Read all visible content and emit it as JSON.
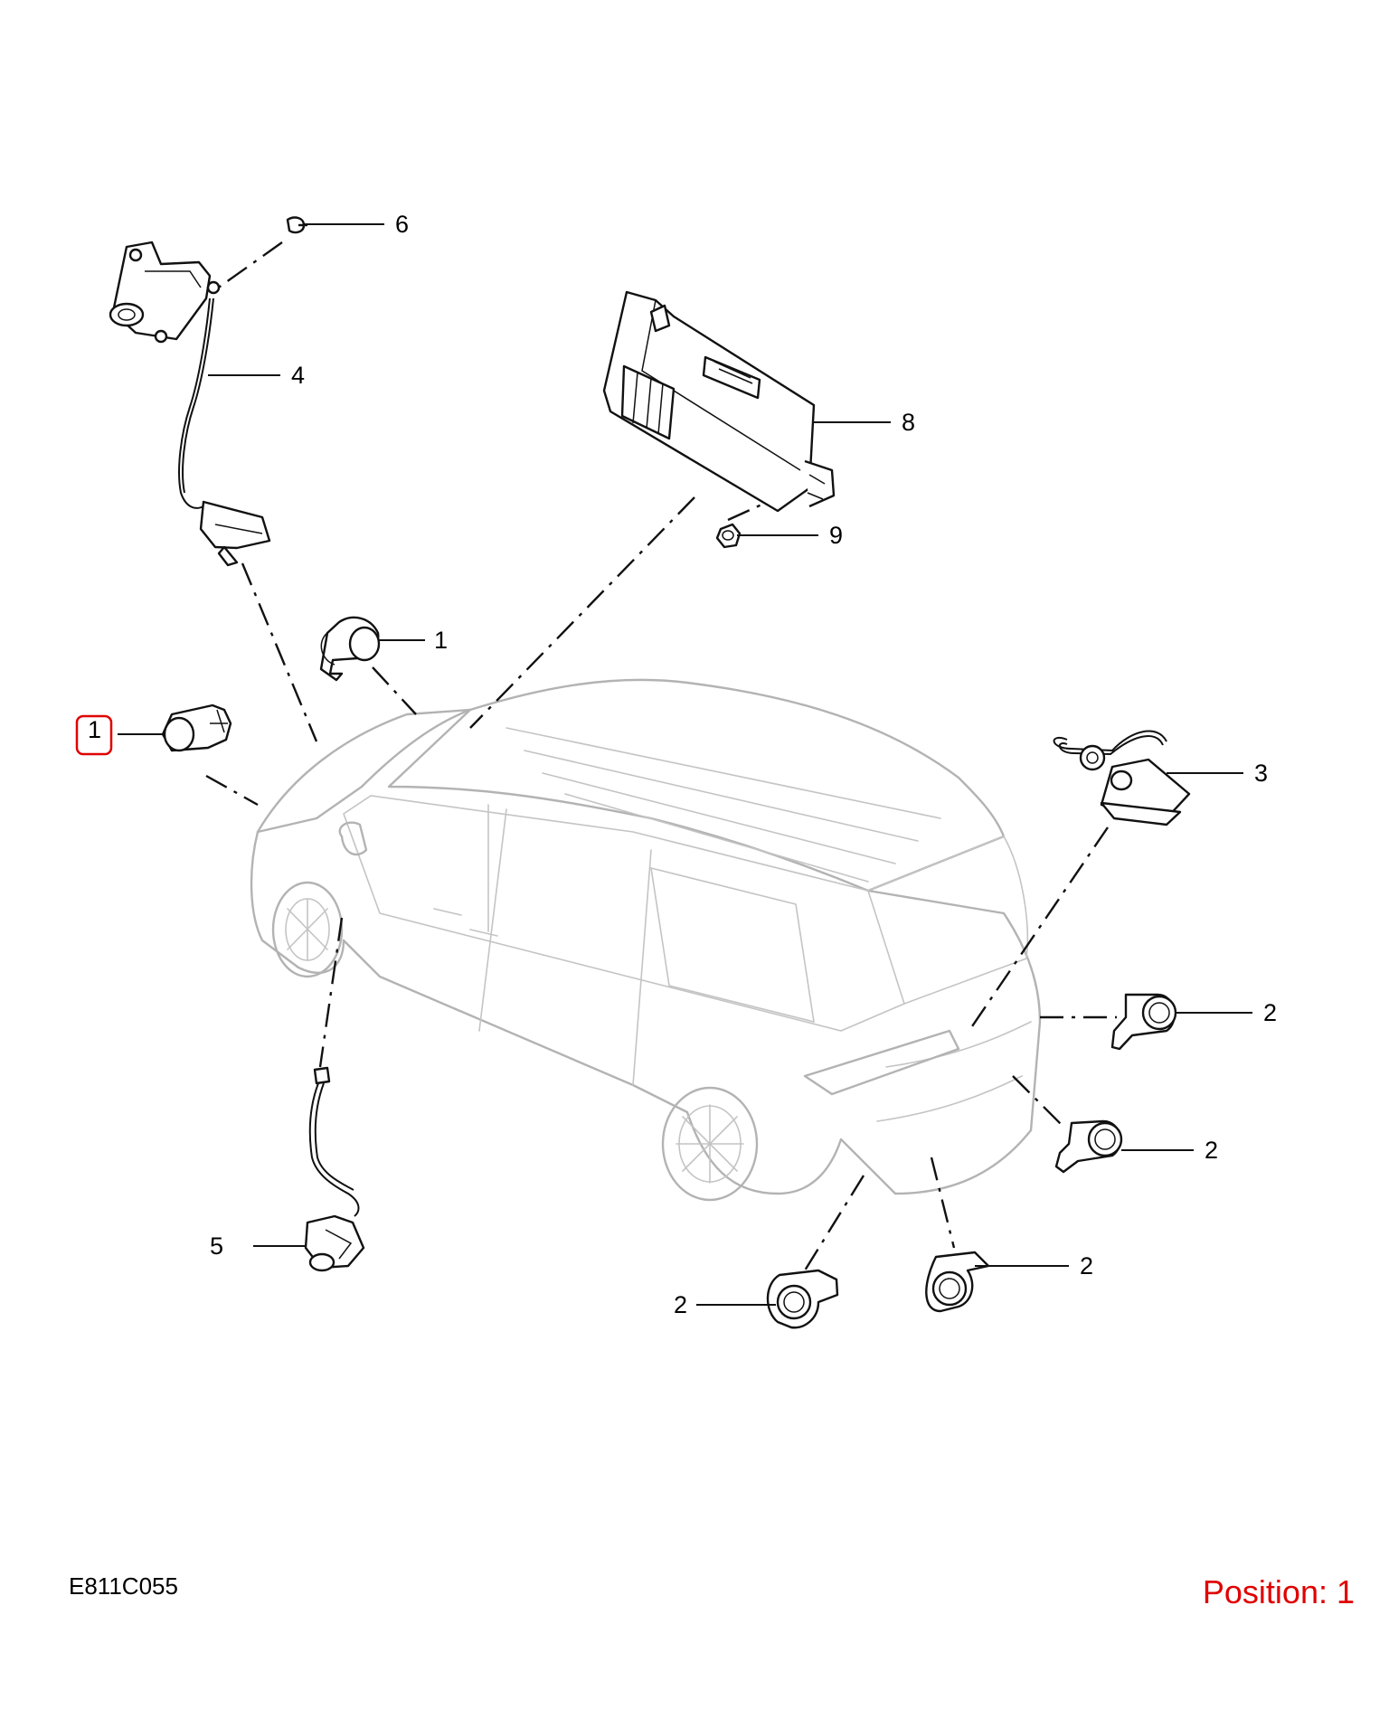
{
  "drawing_code": "E811C055",
  "position_label": "Position: 1",
  "highlight_color": "#e00000",
  "highlighted_callout": "1",
  "callouts": {
    "c1_front_left": "1",
    "c1_front_upper": "1",
    "c2_rear_side": "2",
    "c2_rear_lower": "2",
    "c2_rear_center": "2",
    "c2_rear_left": "2",
    "c3": "3",
    "c4": "4",
    "c5": "5",
    "c6": "6",
    "c8": "8",
    "c9": "9"
  }
}
